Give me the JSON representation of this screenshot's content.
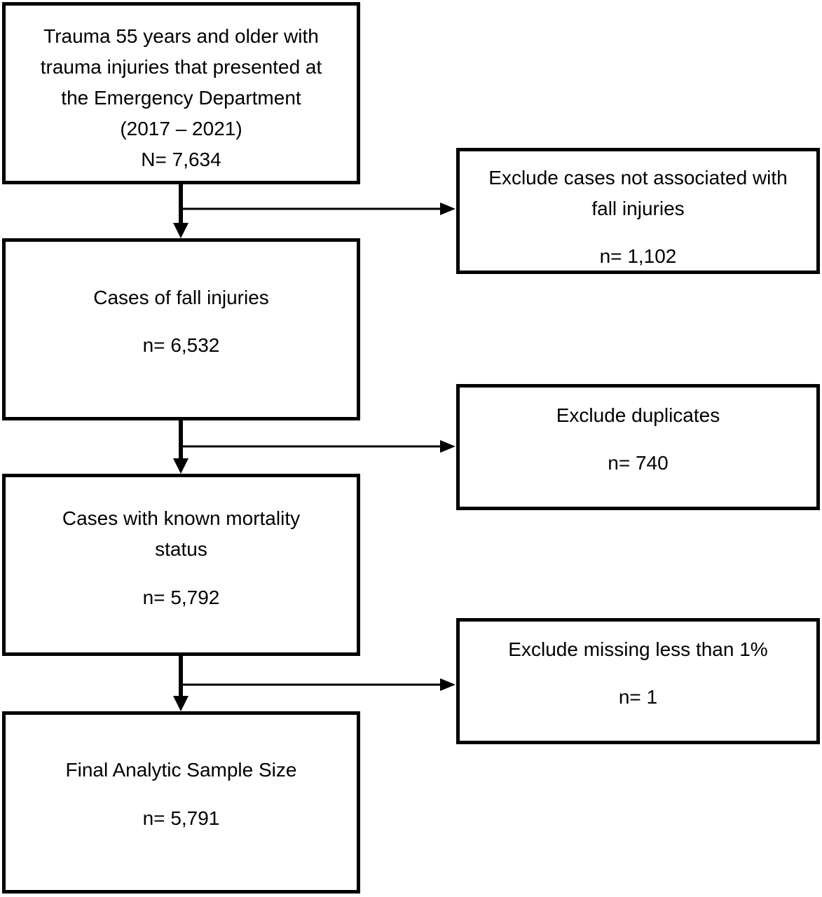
{
  "main_boxes": [
    {
      "lines": [
        "Trauma 55 years and older with",
        "trauma injuries that presented at",
        "the Emergency Department",
        "(2017 – 2021)",
        "N= 7,634"
      ]
    },
    {
      "label": "Cases of fall injuries",
      "count": "n= 6,532"
    },
    {
      "lines": [
        "Cases with known mortality",
        "status"
      ],
      "count": "n= 5,792"
    },
    {
      "label": "Final Analytic Sample Size",
      "count": "n= 5,791"
    }
  ],
  "exclusion_boxes": [
    {
      "lines": [
        "Exclude cases not associated with",
        "fall injuries"
      ],
      "count": "n= 1,102"
    },
    {
      "label": "Exclude duplicates",
      "count": "n= 740"
    },
    {
      "label": "Exclude missing less than 1%",
      "count": "n= 1"
    }
  ]
}
